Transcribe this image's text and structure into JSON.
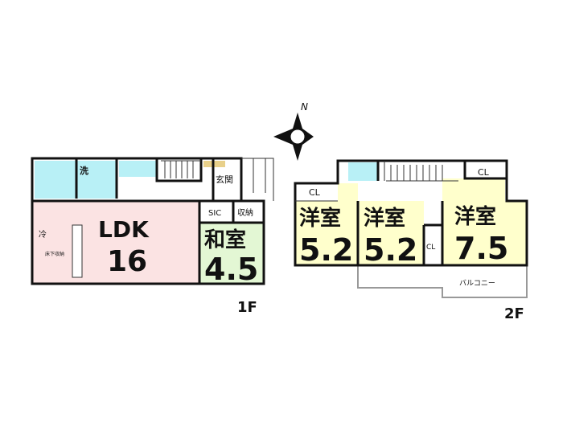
{
  "colors": {
    "ldk": "#fbe3e3",
    "washitsu": "#e3f7d4",
    "youshitsu": "#ffffcc",
    "wet": "#b8f0f6",
    "floor": "#ffffff"
  },
  "compass": {
    "label": "N"
  },
  "floor1": {
    "label": "1F",
    "ldk": {
      "name": "LDK",
      "size": "16"
    },
    "washitsu": {
      "name": "和室",
      "size": "4.5"
    },
    "wash": "洗",
    "entrance": "玄関",
    "sic": "SIC",
    "storage": "収納",
    "fridge": "冷",
    "underfloor": "床下収納"
  },
  "floor2": {
    "label": "2F",
    "rooms": [
      {
        "name": "洋室",
        "size": "5.2"
      },
      {
        "name": "洋室",
        "size": "5.2"
      },
      {
        "name": "洋室",
        "size": "7.5"
      }
    ],
    "closet": "CL",
    "balcony": "バルコニー"
  }
}
